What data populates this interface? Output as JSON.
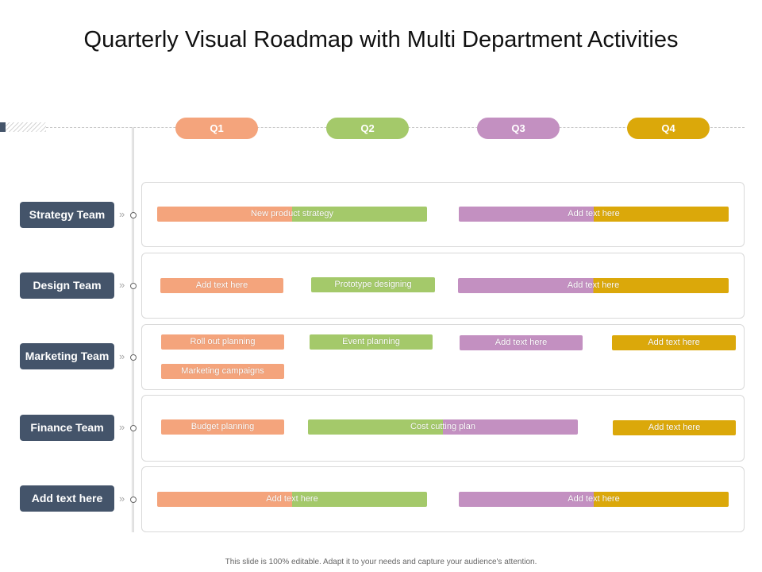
{
  "title": "Quarterly Visual Roadmap with Multi Department Activities",
  "colors": {
    "q1": "#f4a47c",
    "q2": "#a4c96a",
    "q3": "#c390c1",
    "q4": "#dba80a",
    "team": "#44546a"
  },
  "quarters": [
    {
      "label": "Q1"
    },
    {
      "label": "Q2"
    },
    {
      "label": "Q3"
    },
    {
      "label": "Q4"
    }
  ],
  "teams": [
    {
      "label": "Strategy Team"
    },
    {
      "label": "Design Team"
    },
    {
      "label": "Marketing Team"
    },
    {
      "label": "Finance Team"
    },
    {
      "label": "Add text here"
    }
  ],
  "activities": {
    "strategy": [
      {
        "label": "New product strategy"
      },
      {
        "label": "Add text here"
      }
    ],
    "design": [
      {
        "label": "Add text here"
      },
      {
        "label": "Prototype designing"
      },
      {
        "label": "Add text here"
      }
    ],
    "marketing": [
      {
        "label": "Roll out planning"
      },
      {
        "label": "Event planning"
      },
      {
        "label": "Add text here"
      },
      {
        "label": "Add text here"
      },
      {
        "label": "Marketing campaigns"
      }
    ],
    "finance": [
      {
        "label": "Budget planning"
      },
      {
        "label": "Cost cutting plan"
      },
      {
        "label": "Add text here"
      }
    ],
    "other": [
      {
        "label": "Add text here"
      },
      {
        "label": "Add text here"
      }
    ]
  },
  "footer": "This slide is 100% editable. Adapt it to your needs and capture your audience's attention."
}
